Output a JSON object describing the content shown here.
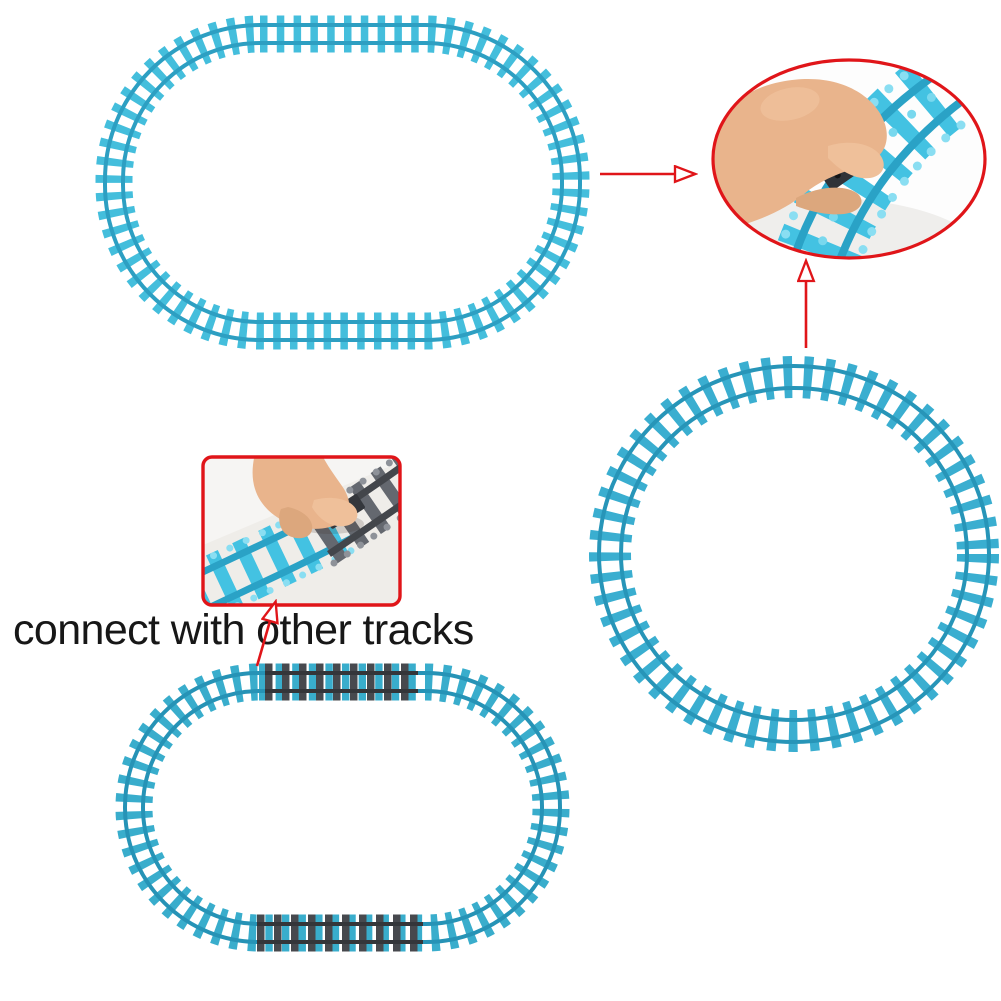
{
  "caption": {
    "text": "connect with other tracks"
  },
  "colors": {
    "arrow_red": "#e01519",
    "caption_black": "#171717",
    "track_blue_top_oval": "#44bedc",
    "track_blue_top_oval_rail": "#2d9fc2",
    "track_blue_circle": "#3aaed0",
    "track_blue_circle_rail": "#2795b8",
    "track_blue_bottom_oval": "#39adcc",
    "track_blue_bottom_oval_rail": "#2693b6",
    "track_gray": "#47494e",
    "track_gray_rail": "#34363a",
    "inset_track_blue": "#43c2e2",
    "inset_track_blue_rail": "#2aa2c6",
    "inset_track_gray": "#64686f",
    "inset_track_gray_rail": "#43464b",
    "hand_skin": "#e9b48c"
  },
  "figures": {
    "top_oval_track": "blue-oval-track-loop",
    "circle_track": "blue-circle-track-loop",
    "bottom_oval_track": "oval-track-loop-with-gray-straight-sections",
    "ellipse_inset": "photo-hand-connecting-two-blue-track-pieces",
    "rect_inset": "photo-hand-connecting-blue-track-to-gray-track"
  }
}
